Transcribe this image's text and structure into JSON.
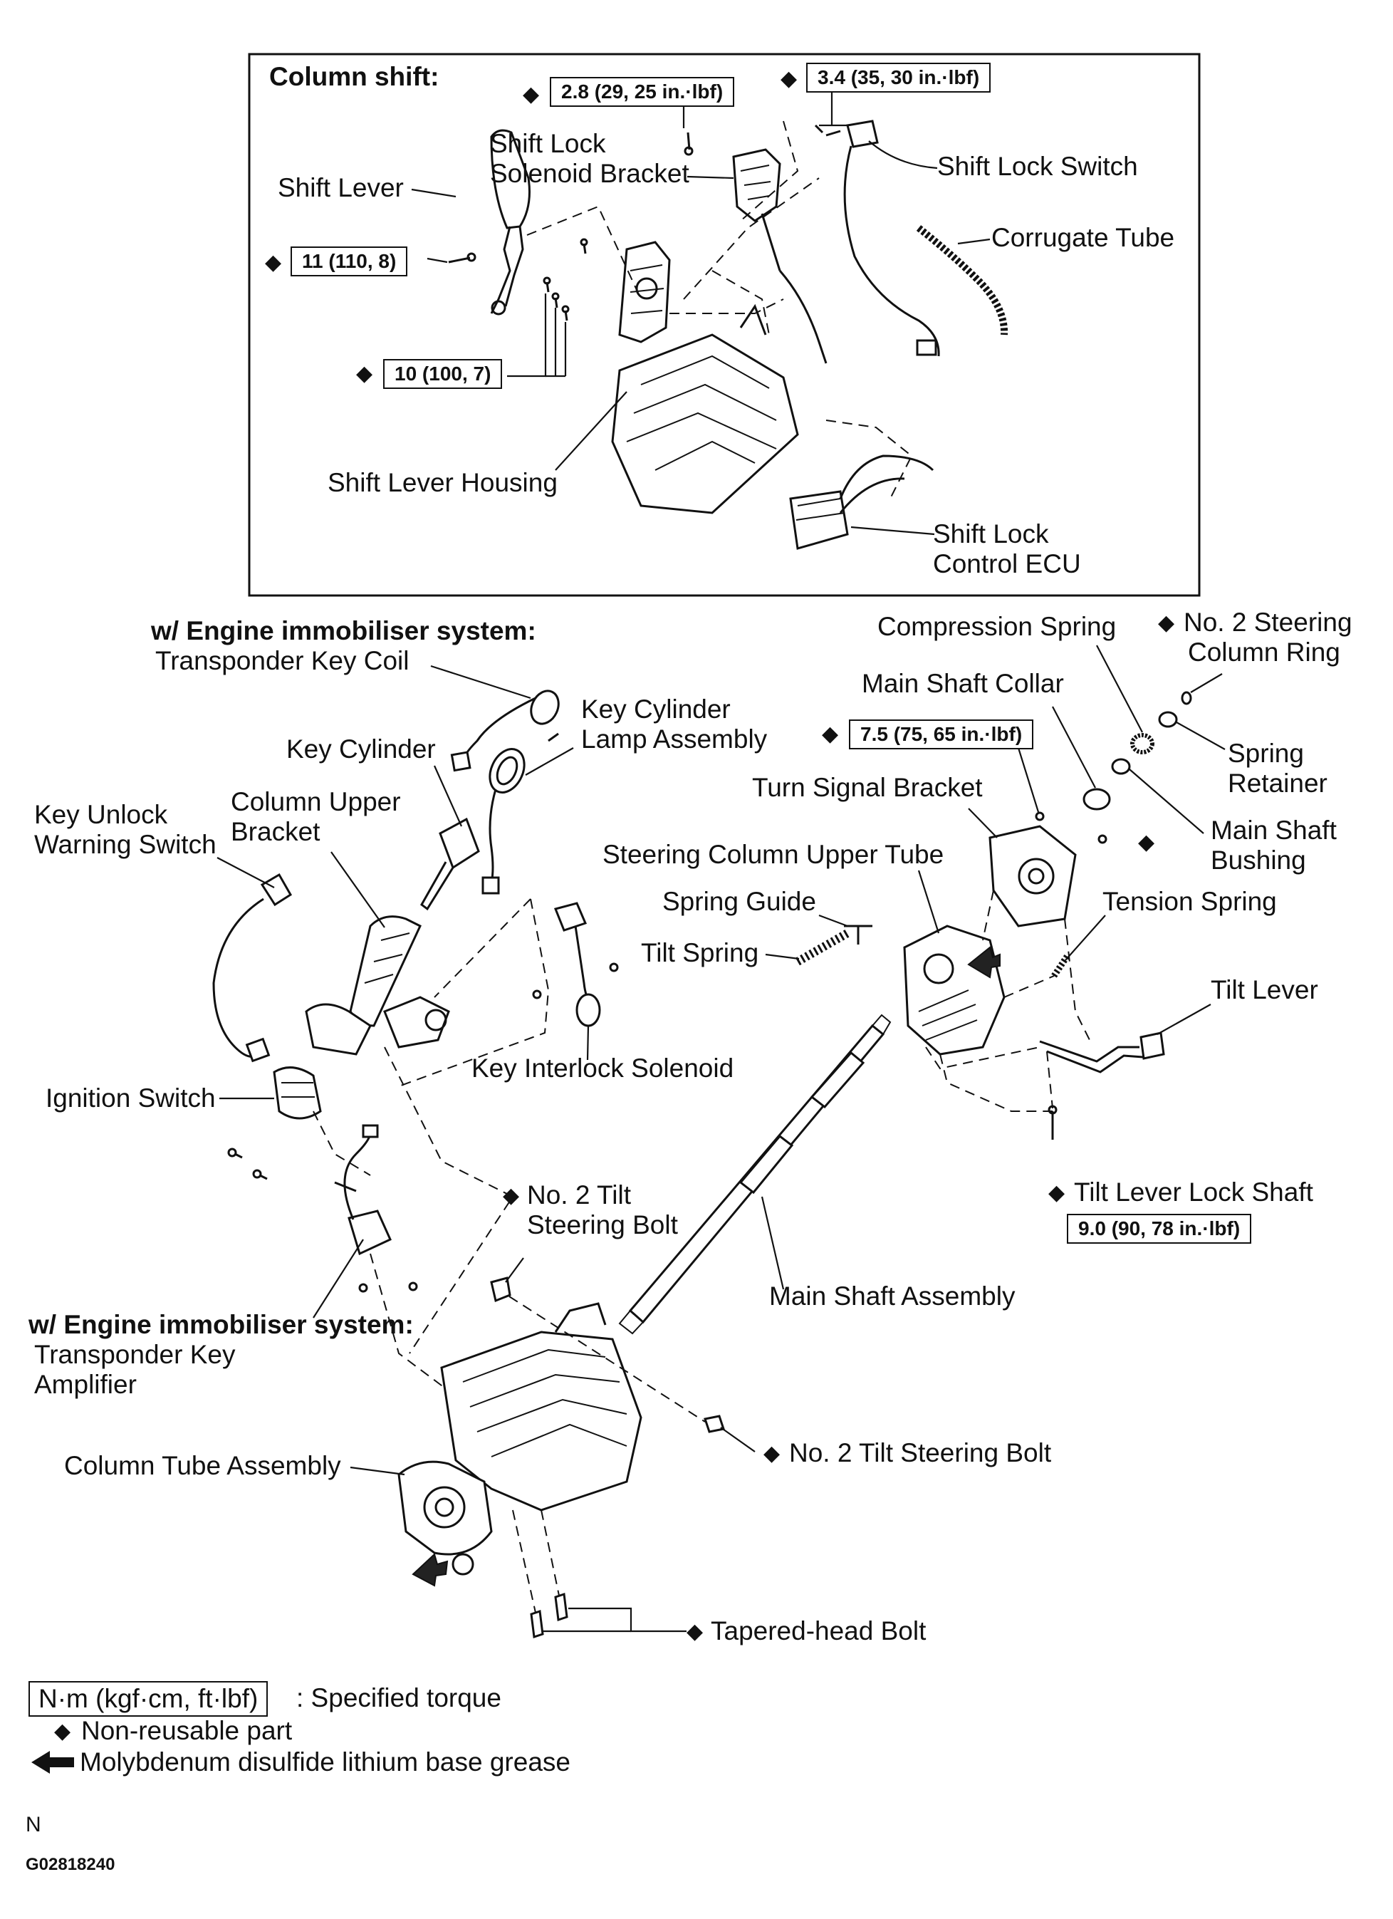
{
  "column_shift": {
    "heading": "Column shift:",
    "torque_solenoid_bracket": "2.8 (29, 25 in.·lbf)",
    "torque_lock_switch": "3.4 (35, 30 in.·lbf)",
    "torque_lever": "11 (110, 8)",
    "torque_housing": "10 (100, 7)",
    "shift_lock_solenoid_bracket_1": "Shift Lock",
    "shift_lock_solenoid_bracket_2": "Solenoid Bracket",
    "shift_lever": "Shift Lever",
    "shift_lock_switch": "Shift Lock Switch",
    "corrugate_tube": "Corrugate Tube",
    "shift_lever_housing": "Shift Lever Housing",
    "shift_lock_ecu_1": "Shift Lock",
    "shift_lock_ecu_2": "Control ECU"
  },
  "immobiliser_top": {
    "heading": "w/ Engine immobiliser system:",
    "transponder_key_coil": "Transponder Key Coil"
  },
  "labels": {
    "key_cylinder_lamp_1": "Key Cylinder",
    "key_cylinder_lamp_2": "Lamp Assembly",
    "key_cylinder": "Key Cylinder",
    "key_unlock_1": "Key Unlock",
    "key_unlock_2": "Warning Switch",
    "column_upper_bracket_1": "Column Upper",
    "column_upper_bracket_2": "Bracket",
    "key_interlock_solenoid": "Key Interlock Solenoid",
    "ignition_switch": "Ignition Switch",
    "no2_tilt_bolt_upper_1": "No. 2 Tilt",
    "no2_tilt_bolt_upper_2": "Steering Bolt",
    "compression_spring": "Compression Spring",
    "no2_column_ring_1": "No. 2 Steering",
    "no2_column_ring_2": "Column Ring",
    "main_shaft_collar": "Main Shaft Collar",
    "spring_retainer_1": "Spring",
    "spring_retainer_2": "Retainer",
    "torque_turn_signal": "7.5 (75, 65 in.·lbf)",
    "turn_signal_bracket": "Turn Signal Bracket",
    "main_shaft_bushing_1": "Main Shaft",
    "main_shaft_bushing_2": "Bushing",
    "steering_column_upper_tube": "Steering Column Upper Tube",
    "spring_guide": "Spring Guide",
    "tension_spring": "Tension Spring",
    "tilt_spring": "Tilt Spring",
    "tilt_lever": "Tilt Lever",
    "tilt_lever_lock_shaft": "Tilt Lever Lock Shaft",
    "torque_tilt_lock": "9.0 (90, 78 in.·lbf)",
    "main_shaft_assembly": "Main Shaft Assembly",
    "column_tube_assembly": "Column Tube Assembly",
    "no2_tilt_bolt_lower": "No. 2 Tilt Steering Bolt",
    "tapered_head_bolt": "Tapered-head  Bolt"
  },
  "immobiliser_bottom": {
    "heading": "w/ Engine immobiliser system:",
    "transponder_key_amplifier_1": "Transponder Key",
    "transponder_key_amplifier_2": "Amplifier"
  },
  "legend": {
    "torque_unit": "N·m (kgf·cm, ft·lbf)",
    "torque_desc": ": Specified torque",
    "non_reusable": "Non-reusable part",
    "grease": "Molybdenum disulfide lithium base grease"
  },
  "footer": {
    "code_n": "N",
    "figure_id": "G02818240"
  },
  "symbols": {
    "diamond": "◆"
  }
}
